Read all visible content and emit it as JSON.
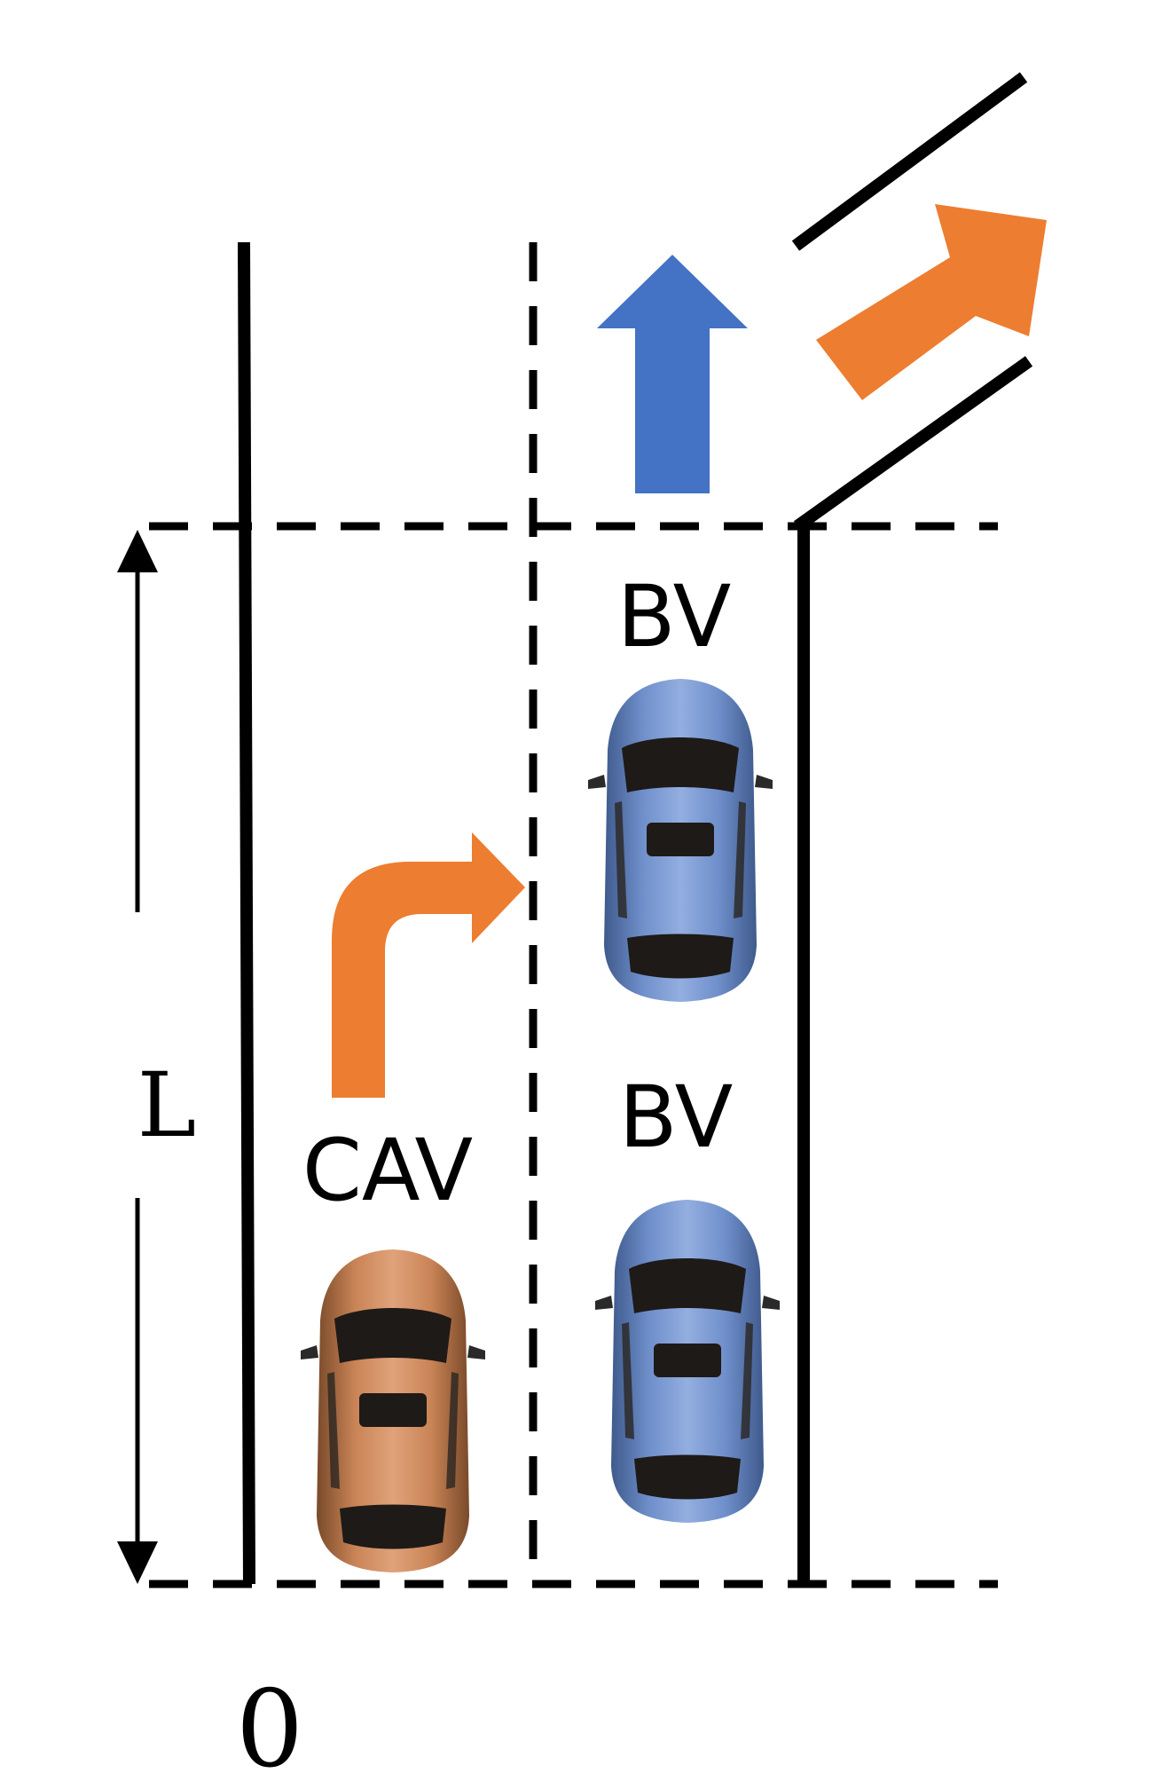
{
  "labels": {
    "cav": "CAV",
    "bv_upper": "BV",
    "bv_lower": "BV",
    "length": "L",
    "origin": "0"
  },
  "colors": {
    "road_line": "#000000",
    "cav_arrow": "#ED7D31",
    "through_arrow": "#4472C4",
    "cav_car": "#C98456",
    "bv_car": "#6F8FCB"
  },
  "icons": {
    "cav_car": "car-top-view",
    "bv_car": "car-top-view",
    "cav_turn_arrow": "curved-turn-arrow",
    "through_arrow": "straight-up-arrow",
    "exit_arrow": "diagonal-arrow"
  }
}
